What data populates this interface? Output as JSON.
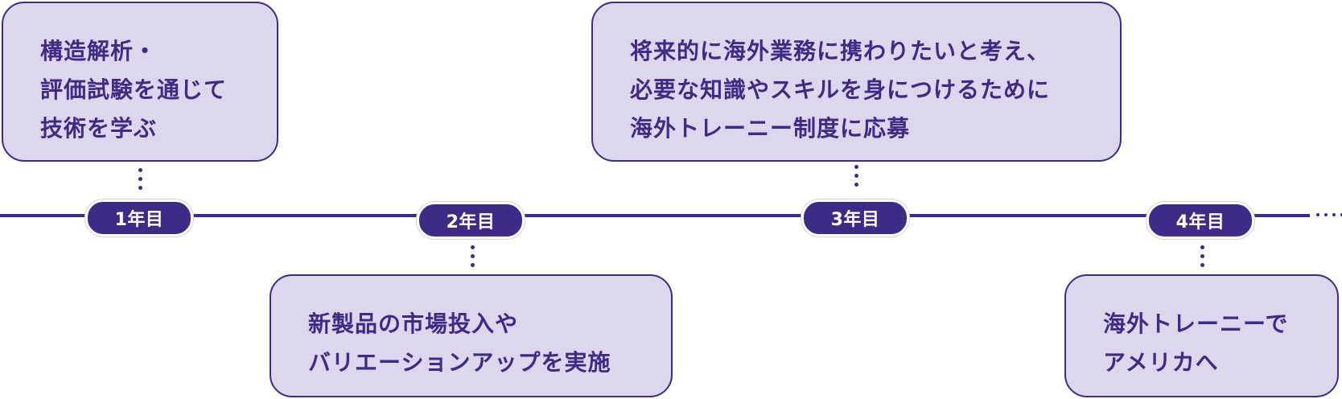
{
  "timeline": {
    "years": [
      {
        "label": "1年目"
      },
      {
        "label": "2年目"
      },
      {
        "label": "3年目"
      },
      {
        "label": "4年目"
      }
    ],
    "cards": [
      {
        "text": "構造解析・\n評価試験を通じて\n技術を学ぶ"
      },
      {
        "text": "新製品の市場投入や\nバリエーションアップを実施"
      },
      {
        "text": "将来的に海外業務に携わりたいと考え、\n必要な知識やスキルを身につけるために\n海外トレーニー制度に応募"
      },
      {
        "text": "海外トレーニーで\nアメリカへ"
      }
    ]
  },
  "colors": {
    "accent": "#3f2a86",
    "card_fill": "#dcd7ed",
    "background": "#ffffff"
  }
}
